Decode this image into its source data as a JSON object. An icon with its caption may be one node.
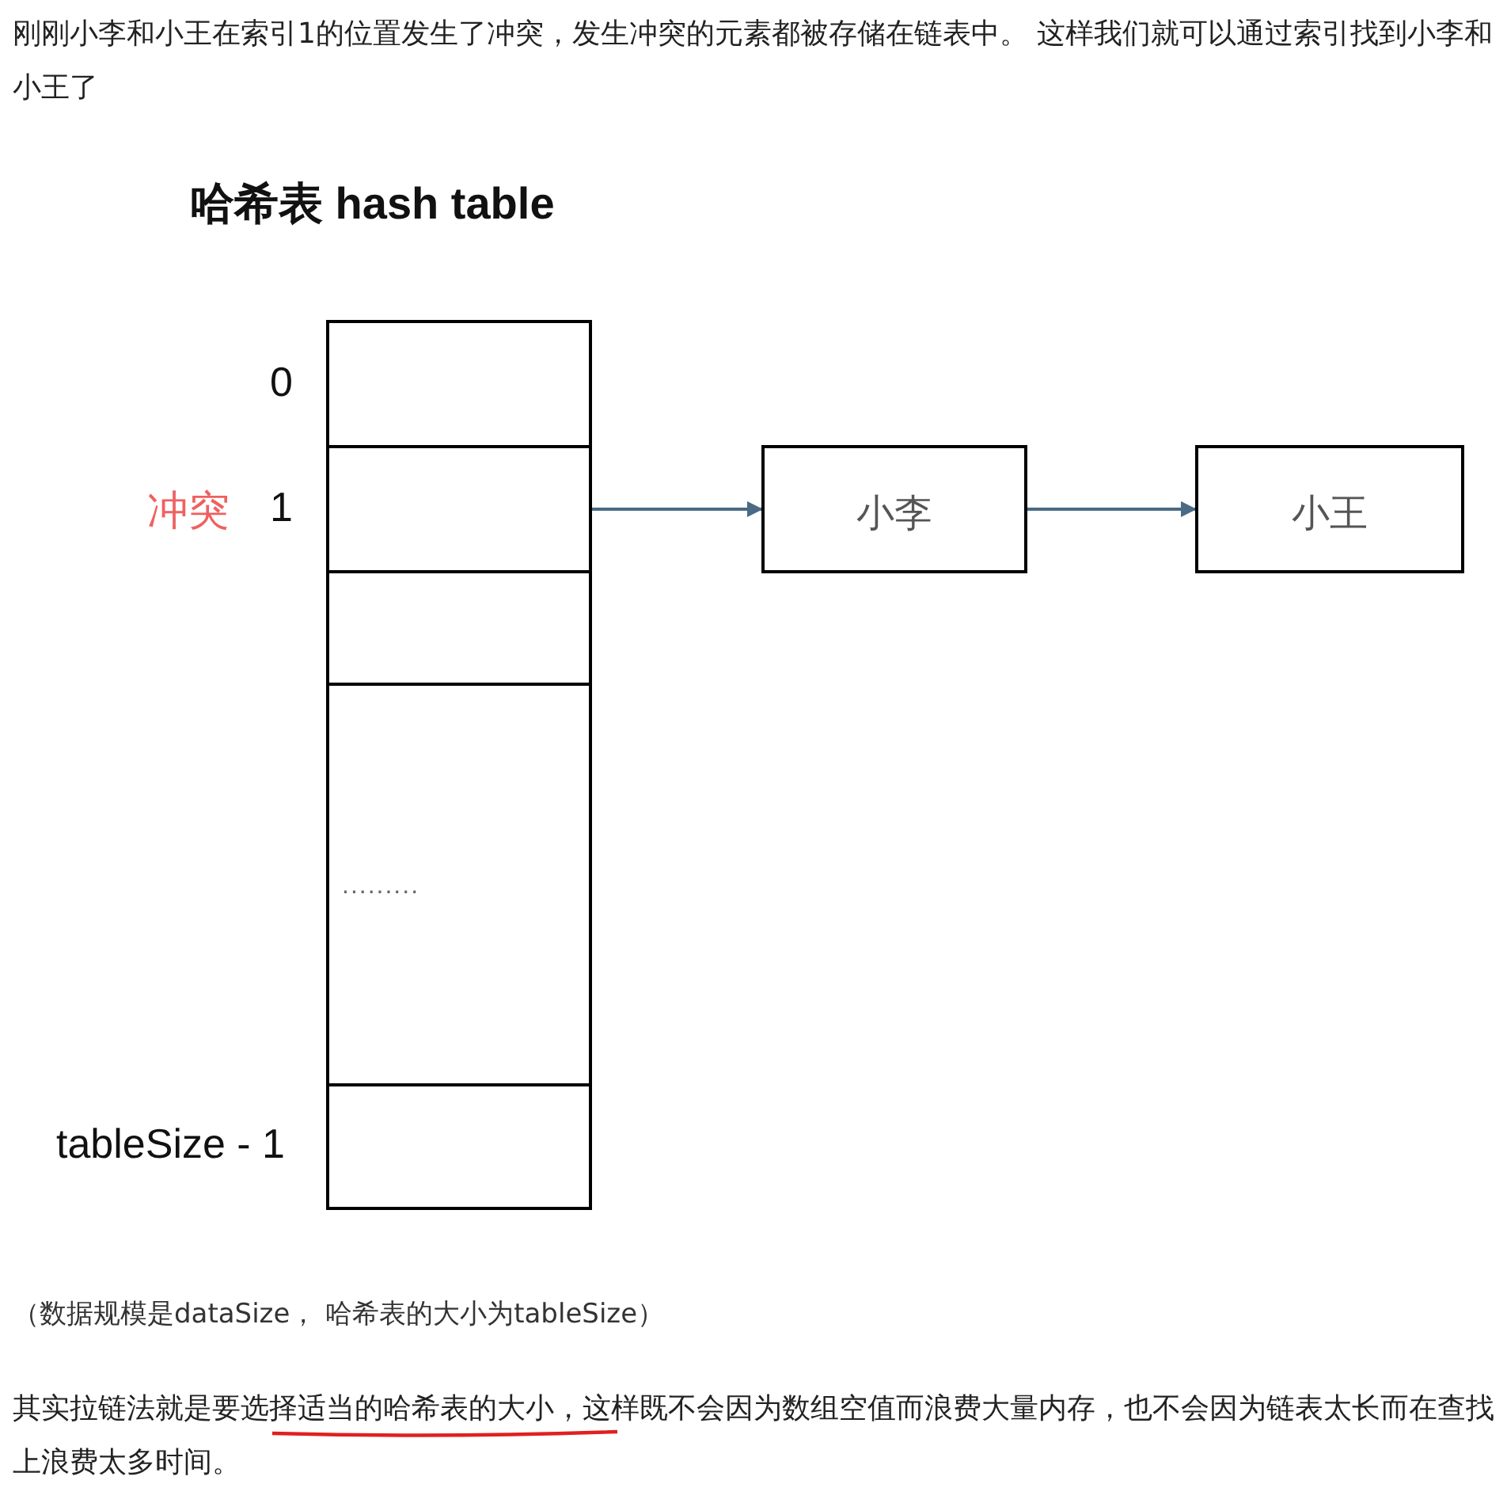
{
  "diagram": {
    "title": "哈希表 hash table",
    "caption": "（数据规模是dataSize， 哈希表的大小为tableSize）",
    "nodes": [
      {
        "text": [],
        "shape": "box",
        "beside": [
          "0"
        ]
      },
      {
        "text": [],
        "shape": "box",
        "beside": [
          "冲突",
          "1"
        ]
      },
      {
        "text": [],
        "shape": "box"
      },
      {
        "text": [
          "........."
        ]
      },
      {
        "text": [],
        "shape": "box",
        "beside": [
          "tableSize - 1"
        ]
      },
      {
        "text": [
          "小李"
        ]
      },
      {
        "text": [
          "小王"
        ]
      }
    ],
    "edges": [
      {
        "from": 1,
        "to": 5,
        "arrow": "to"
      },
      {
        "from": 5,
        "to": 6,
        "arrow": "to"
      }
    ],
    "labels": [
      "刚刚小李和小王在索引1的位置发生了冲突，发生冲突的元素都被存储在链表中。 这样我们就可以通过索引找到小李和小王了",
      "其实拉链法就是要选择适当的哈希表的大小，这样既不会因为数组空值而浪费大量内存，也不会因为链表太长而在查找上浪费太多时间。"
    ]
  }
}
